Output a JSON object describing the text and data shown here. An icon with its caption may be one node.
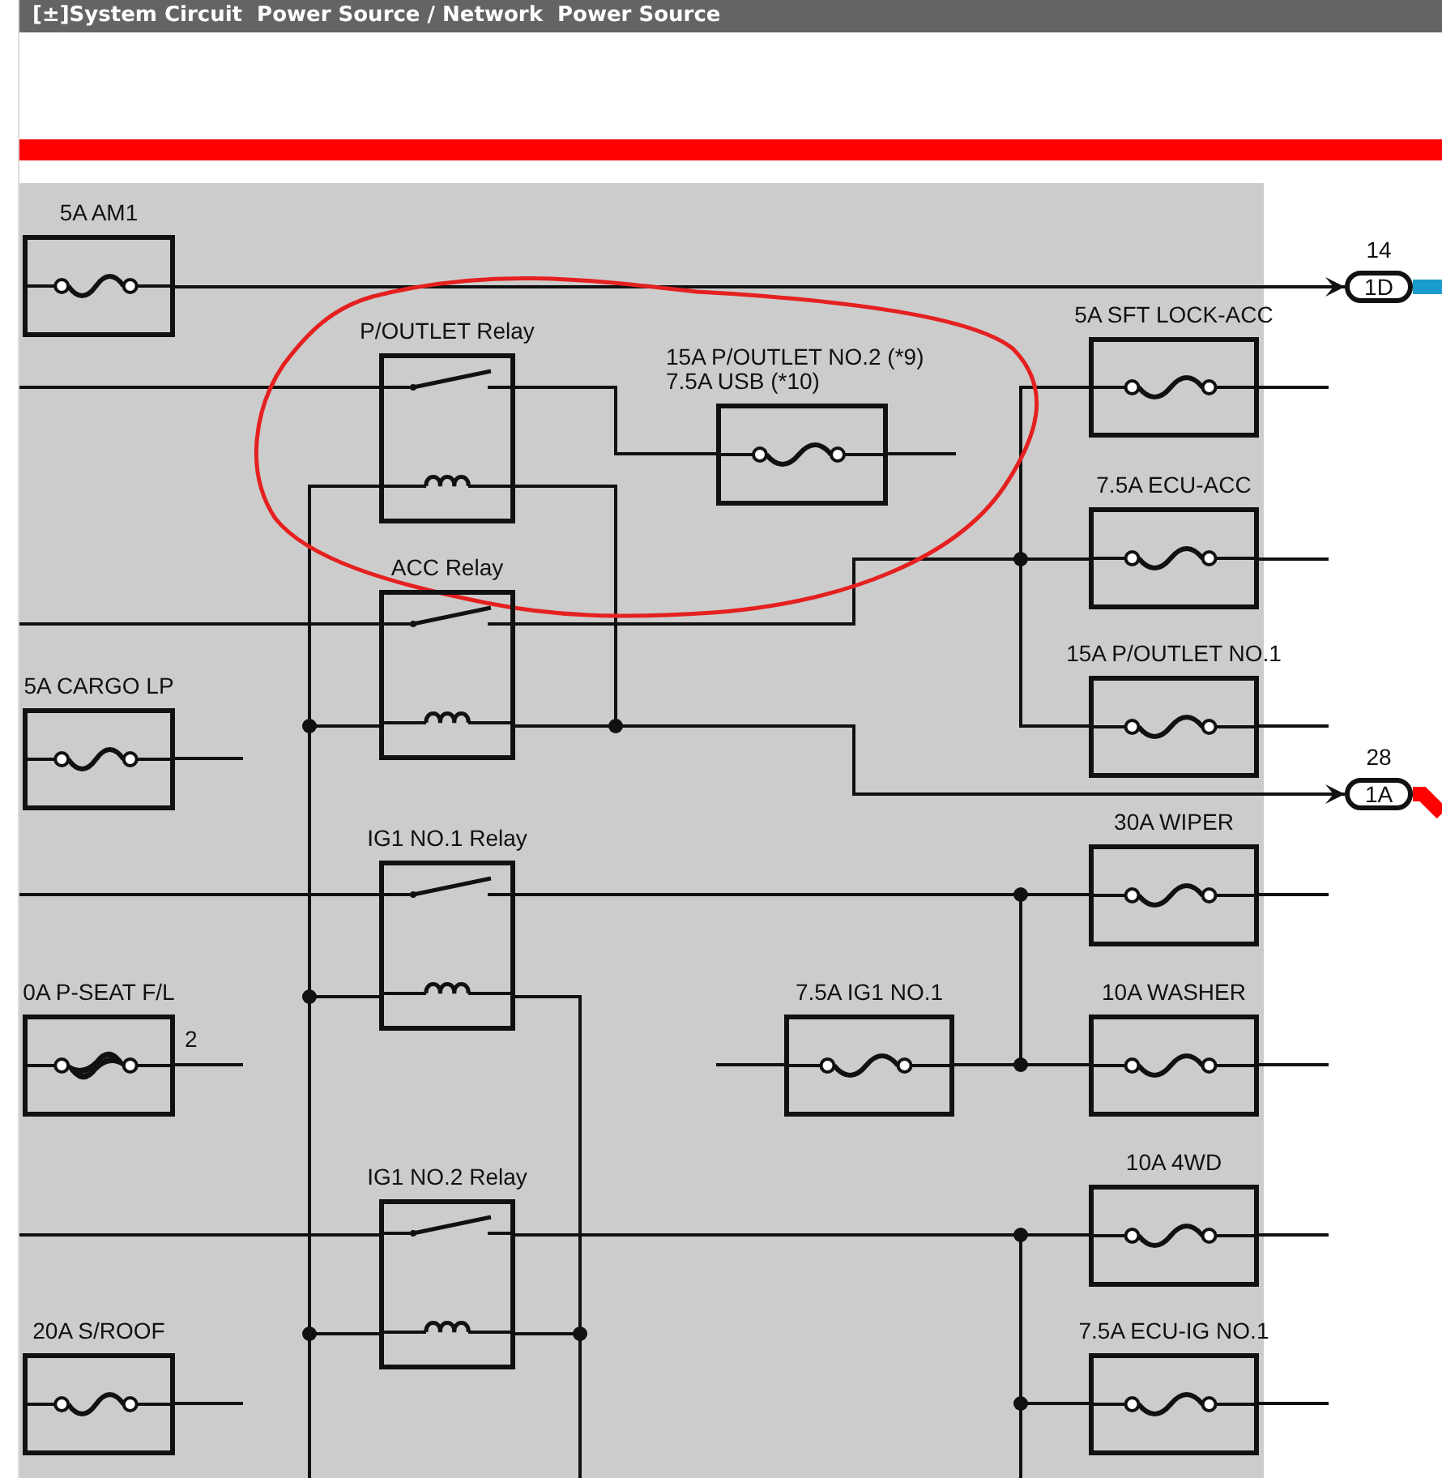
{
  "diagram": {
    "title": "[±]System Circuit  Power Source / Network  Power Source",
    "nodes": [
      {
        "text": [
          "5A AM1"
        ]
      },
      {
        "text": [
          "1D"
        ],
        "beside": [
          "14"
        ]
      },
      {
        "text": [
          "P/OUTLET Relay"
        ]
      },
      {
        "text": [
          "15A P/OUTLET NO.2 (*9)",
          "7.5A USB (*10)"
        ]
      },
      {
        "text": [
          "5A SFT LOCK-ACC"
        ]
      },
      {
        "text": [
          "7.5A ECU-ACC"
        ]
      },
      {
        "text": [
          "ACC Relay"
        ]
      },
      {
        "text": [
          "5A CARGO LP"
        ]
      },
      {
        "text": [
          "15A P/OUTLET NO.1"
        ]
      },
      {
        "text": [
          "1A"
        ],
        "beside": [
          "28"
        ]
      },
      {
        "text": [
          "30A WIPER"
        ]
      },
      {
        "text": [
          "IG1 NO.1 Relay"
        ]
      },
      {
        "text": [
          "7.5A IG1 NO.1"
        ]
      },
      {
        "text": [
          "10A WASHER"
        ]
      },
      {
        "text": [
          "0A P-SEAT F/L"
        ],
        "beside": [
          "2"
        ]
      },
      {
        "text": [
          "10A 4WD"
        ]
      },
      {
        "text": [
          "IG1 NO.2 Relay"
        ]
      },
      {
        "text": [
          "7.5A ECU-IG NO.1"
        ]
      },
      {
        "text": [
          "20A S/ROOF"
        ]
      }
    ],
    "edges": [
      {
        "from": 0,
        "to": 1,
        "arrow": "to"
      },
      {
        "from": null,
        "to": 2,
        "arrow": "none"
      },
      {
        "from": 2,
        "to": 3,
        "arrow": "none"
      },
      {
        "from": 3,
        "to": null,
        "arrow": "none"
      },
      {
        "from": 2,
        "to": 6,
        "arrow": "none"
      },
      {
        "from": 2,
        "to": 6,
        "arrow": "none"
      },
      {
        "from": null,
        "to": 6,
        "arrow": "none"
      },
      {
        "from": 6,
        "to": 4,
        "arrow": "none"
      },
      {
        "from": 6,
        "to": 5,
        "arrow": "none"
      },
      {
        "from": 6,
        "to": 8,
        "arrow": "none"
      },
      {
        "from": 6,
        "to": 9,
        "arrow": "to"
      },
      {
        "from": 7,
        "to": null,
        "arrow": "none"
      },
      {
        "from": 6,
        "to": 11,
        "arrow": "none"
      },
      {
        "from": null,
        "to": 11,
        "arrow": "none"
      },
      {
        "from": 11,
        "to": 10,
        "arrow": "none"
      },
      {
        "from": 11,
        "to": 13,
        "arrow": "none"
      },
      {
        "from": null,
        "to": 12,
        "arrow": "none"
      },
      {
        "from": 12,
        "to": 13,
        "arrow": "none"
      },
      {
        "from": 14,
        "to": null,
        "arrow": "none"
      },
      {
        "from": 11,
        "to": 16,
        "arrow": "none"
      },
      {
        "from": 11,
        "to": 16,
        "arrow": "none"
      },
      {
        "from": null,
        "to": 16,
        "arrow": "none"
      },
      {
        "from": 16,
        "to": 15,
        "arrow": "none"
      },
      {
        "from": 16,
        "to": 17,
        "arrow": "none"
      },
      {
        "from": 18,
        "to": null,
        "arrow": "none"
      },
      {
        "from": 4,
        "to": null,
        "arrow": "none"
      },
      {
        "from": 5,
        "to": null,
        "arrow": "none"
      },
      {
        "from": 8,
        "to": null,
        "arrow": "none"
      },
      {
        "from": 10,
        "to": null,
        "arrow": "none"
      },
      {
        "from": 13,
        "to": null,
        "arrow": "none"
      },
      {
        "from": 15,
        "to": null,
        "arrow": "none"
      },
      {
        "from": 17,
        "to": null,
        "arrow": "none"
      }
    ]
  }
}
